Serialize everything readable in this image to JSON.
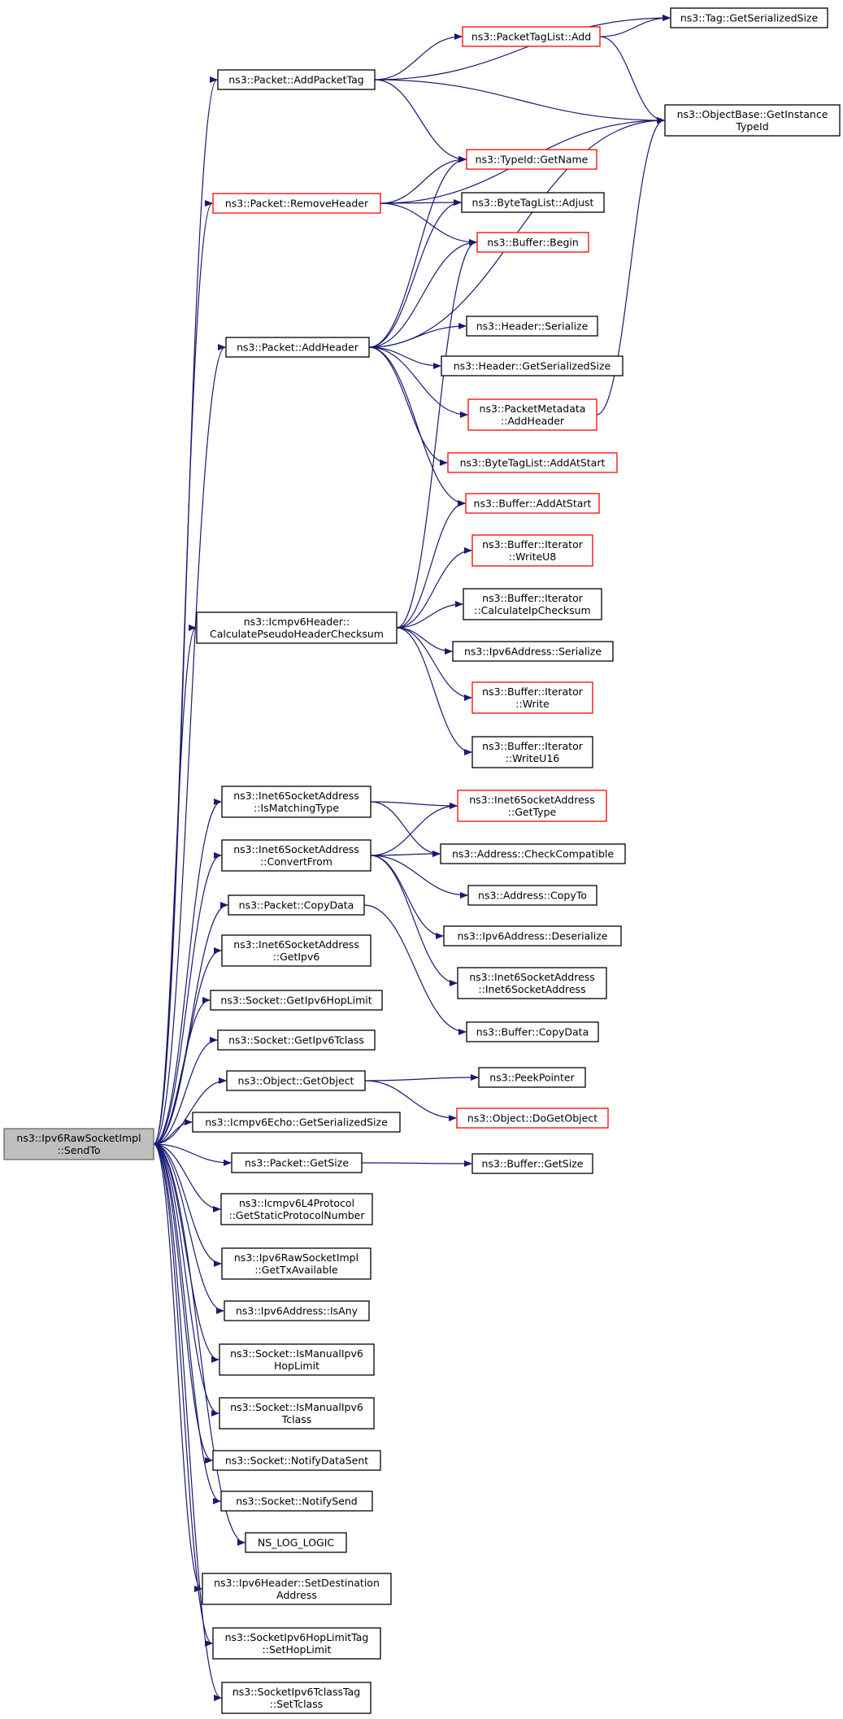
{
  "colors": {
    "edge": "#191970",
    "node_border": "#000000",
    "node_border_truncated": "#ff0000",
    "node_fill": "#ffffff",
    "root_fill": "#bfbfbf",
    "root_border": "#666666"
  },
  "nodes": {
    "root": {
      "lines": [
        "ns3::Ipv6RawSocketImpl",
        "::SendTo"
      ],
      "style": "root"
    },
    "add_packet_tag": {
      "lines": [
        "ns3::Packet::AddPacketTag"
      ],
      "style": "normal"
    },
    "remove_header": {
      "lines": [
        "ns3::Packet::RemoveHeader"
      ],
      "style": "truncated"
    },
    "add_header": {
      "lines": [
        "ns3::Packet::AddHeader"
      ],
      "style": "normal"
    },
    "calc_pseudo": {
      "lines": [
        "ns3::Icmpv6Header::",
        "CalculatePseudoHeaderChecksum"
      ],
      "style": "normal"
    },
    "is_matching_type": {
      "lines": [
        "ns3::Inet6SocketAddress",
        "::IsMatchingType"
      ],
      "style": "normal"
    },
    "convert_from": {
      "lines": [
        "ns3::Inet6SocketAddress",
        "::ConvertFrom"
      ],
      "style": "normal"
    },
    "copy_data": {
      "lines": [
        "ns3::Packet::CopyData"
      ],
      "style": "normal"
    },
    "get_ipv6": {
      "lines": [
        "ns3::Inet6SocketAddress",
        "::GetIpv6"
      ],
      "style": "normal"
    },
    "get_hop_limit": {
      "lines": [
        "ns3::Socket::GetIpv6HopLimit"
      ],
      "style": "normal"
    },
    "get_tclass": {
      "lines": [
        "ns3::Socket::GetIpv6Tclass"
      ],
      "style": "normal"
    },
    "get_object": {
      "lines": [
        "ns3::Object::GetObject"
      ],
      "style": "normal"
    },
    "echo_serialized_size": {
      "lines": [
        "ns3::Icmpv6Echo::GetSerializedSize"
      ],
      "style": "normal"
    },
    "packet_get_size": {
      "lines": [
        "ns3::Packet::GetSize"
      ],
      "style": "normal"
    },
    "static_protocol": {
      "lines": [
        "ns3::Icmpv6L4Protocol",
        "::GetStaticProtocolNumber"
      ],
      "style": "normal"
    },
    "tx_available": {
      "lines": [
        "ns3::Ipv6RawSocketImpl",
        "::GetTxAvailable"
      ],
      "style": "normal"
    },
    "is_any": {
      "lines": [
        "ns3::Ipv6Address::IsAny"
      ],
      "style": "normal"
    },
    "manual_hop": {
      "lines": [
        "ns3::Socket::IsManualIpv6",
        "HopLimit"
      ],
      "style": "normal"
    },
    "manual_tclass": {
      "lines": [
        "ns3::Socket::IsManualIpv6",
        "Tclass"
      ],
      "style": "normal"
    },
    "notify_data_sent": {
      "lines": [
        "ns3::Socket::NotifyDataSent"
      ],
      "style": "normal"
    },
    "notify_send": {
      "lines": [
        "ns3::Socket::NotifySend"
      ],
      "style": "normal"
    },
    "ns_log_logic": {
      "lines": [
        "NS_LOG_LOGIC"
      ],
      "style": "normal"
    },
    "set_destination": {
      "lines": [
        "ns3::Ipv6Header::SetDestination",
        "Address"
      ],
      "style": "normal"
    },
    "set_hop_limit": {
      "lines": [
        "ns3::SocketIpv6HopLimitTag",
        "::SetHopLimit"
      ],
      "style": "normal"
    },
    "set_tclass": {
      "lines": [
        "ns3::SocketIpv6TclassTag",
        "::SetTclass"
      ],
      "style": "normal"
    },
    "tag_serialized_size": {
      "lines": [
        "ns3::Tag::GetSerializedSize"
      ],
      "style": "normal"
    },
    "tag_list_add": {
      "lines": [
        "ns3::PacketTagList::Add"
      ],
      "style": "truncated"
    },
    "instance_typeid": {
      "lines": [
        "ns3::ObjectBase::GetInstance",
        "TypeId"
      ],
      "style": "normal"
    },
    "typeid_get_name": {
      "lines": [
        "ns3::TypeId::GetName"
      ],
      "style": "truncated"
    },
    "byte_tag_adjust": {
      "lines": [
        "ns3::ByteTagList::Adjust"
      ],
      "style": "normal"
    },
    "buffer_begin": {
      "lines": [
        "ns3::Buffer::Begin"
      ],
      "style": "truncated"
    },
    "header_serialize": {
      "lines": [
        "ns3::Header::Serialize"
      ],
      "style": "normal"
    },
    "header_serialized_size": {
      "lines": [
        "ns3::Header::GetSerializedSize"
      ],
      "style": "normal"
    },
    "metadata_add_header": {
      "lines": [
        "ns3::PacketMetadata",
        "::AddHeader"
      ],
      "style": "truncated"
    },
    "byte_tag_add_at_start": {
      "lines": [
        "ns3::ByteTagList::AddAtStart"
      ],
      "style": "truncated"
    },
    "buffer_add_at_start": {
      "lines": [
        "ns3::Buffer::AddAtStart"
      ],
      "style": "truncated"
    },
    "iter_write_u8": {
      "lines": [
        "ns3::Buffer::Iterator",
        "::WriteU8"
      ],
      "style": "truncated"
    },
    "iter_checksum": {
      "lines": [
        "ns3::Buffer::Iterator",
        "::CalculateIpChecksum"
      ],
      "style": "normal"
    },
    "ipv6_serialize": {
      "lines": [
        "ns3::Ipv6Address::Serialize"
      ],
      "style": "normal"
    },
    "iter_write": {
      "lines": [
        "ns3::Buffer::Iterator",
        "::Write"
      ],
      "style": "truncated"
    },
    "iter_write_u16": {
      "lines": [
        "ns3::Buffer::Iterator",
        "::WriteU16"
      ],
      "style": "normal"
    },
    "inet6_get_type": {
      "lines": [
        "ns3::Inet6SocketAddress",
        "::GetType"
      ],
      "style": "truncated"
    },
    "check_compatible": {
      "lines": [
        "ns3::Address::CheckCompatible"
      ],
      "style": "normal"
    },
    "address_copy_to": {
      "lines": [
        "ns3::Address::CopyTo"
      ],
      "style": "normal"
    },
    "ipv6_deserialize": {
      "lines": [
        "ns3::Ipv6Address::Deserialize"
      ],
      "style": "normal"
    },
    "inet6_ctor": {
      "lines": [
        "ns3::Inet6SocketAddress",
        "::Inet6SocketAddress"
      ],
      "style": "normal"
    },
    "buffer_copy_data": {
      "lines": [
        "ns3::Buffer::CopyData"
      ],
      "style": "normal"
    },
    "peek_pointer": {
      "lines": [
        "ns3::PeekPointer"
      ],
      "style": "normal"
    },
    "do_get_object": {
      "lines": [
        "ns3::Object::DoGetObject"
      ],
      "style": "truncated"
    },
    "buffer_get_size": {
      "lines": [
        "ns3::Buffer::GetSize"
      ],
      "style": "normal"
    }
  },
  "edges": [
    [
      "root",
      "add_packet_tag"
    ],
    [
      "root",
      "remove_header"
    ],
    [
      "root",
      "add_header"
    ],
    [
      "root",
      "calc_pseudo"
    ],
    [
      "root",
      "is_matching_type"
    ],
    [
      "root",
      "convert_from"
    ],
    [
      "root",
      "copy_data"
    ],
    [
      "root",
      "get_ipv6"
    ],
    [
      "root",
      "get_hop_limit"
    ],
    [
      "root",
      "get_tclass"
    ],
    [
      "root",
      "get_object"
    ],
    [
      "root",
      "echo_serialized_size"
    ],
    [
      "root",
      "packet_get_size"
    ],
    [
      "root",
      "static_protocol"
    ],
    [
      "root",
      "tx_available"
    ],
    [
      "root",
      "is_any"
    ],
    [
      "root",
      "manual_hop"
    ],
    [
      "root",
      "manual_tclass"
    ],
    [
      "root",
      "notify_data_sent"
    ],
    [
      "root",
      "notify_send"
    ],
    [
      "root",
      "ns_log_logic"
    ],
    [
      "root",
      "set_destination"
    ],
    [
      "root",
      "set_hop_limit"
    ],
    [
      "root",
      "set_tclass"
    ],
    [
      "add_packet_tag",
      "tag_serialized_size"
    ],
    [
      "add_packet_tag",
      "tag_list_add"
    ],
    [
      "add_packet_tag",
      "instance_typeid"
    ],
    [
      "add_packet_tag",
      "typeid_get_name"
    ],
    [
      "tag_list_add",
      "tag_serialized_size"
    ],
    [
      "tag_list_add",
      "instance_typeid"
    ],
    [
      "remove_header",
      "instance_typeid"
    ],
    [
      "remove_header",
      "typeid_get_name"
    ],
    [
      "remove_header",
      "byte_tag_adjust"
    ],
    [
      "remove_header",
      "buffer_begin"
    ],
    [
      "add_header",
      "typeid_get_name"
    ],
    [
      "add_header",
      "byte_tag_adjust"
    ],
    [
      "add_header",
      "buffer_begin"
    ],
    [
      "add_header",
      "instance_typeid"
    ],
    [
      "add_header",
      "header_serialize"
    ],
    [
      "add_header",
      "header_serialized_size"
    ],
    [
      "add_header",
      "metadata_add_header"
    ],
    [
      "add_header",
      "byte_tag_add_at_start"
    ],
    [
      "add_header",
      "buffer_add_at_start"
    ],
    [
      "metadata_add_header",
      "instance_typeid"
    ],
    [
      "calc_pseudo",
      "buffer_begin"
    ],
    [
      "calc_pseudo",
      "buffer_add_at_start"
    ],
    [
      "calc_pseudo",
      "iter_write_u8"
    ],
    [
      "calc_pseudo",
      "iter_checksum"
    ],
    [
      "calc_pseudo",
      "ipv6_serialize"
    ],
    [
      "calc_pseudo",
      "iter_write"
    ],
    [
      "calc_pseudo",
      "iter_write_u16"
    ],
    [
      "is_matching_type",
      "inet6_get_type"
    ],
    [
      "is_matching_type",
      "check_compatible"
    ],
    [
      "convert_from",
      "inet6_get_type"
    ],
    [
      "convert_from",
      "check_compatible"
    ],
    [
      "convert_from",
      "address_copy_to"
    ],
    [
      "convert_from",
      "ipv6_deserialize"
    ],
    [
      "convert_from",
      "inet6_ctor"
    ],
    [
      "copy_data",
      "buffer_copy_data"
    ],
    [
      "get_object",
      "peek_pointer"
    ],
    [
      "get_object",
      "do_get_object"
    ],
    [
      "packet_get_size",
      "buffer_get_size"
    ]
  ]
}
